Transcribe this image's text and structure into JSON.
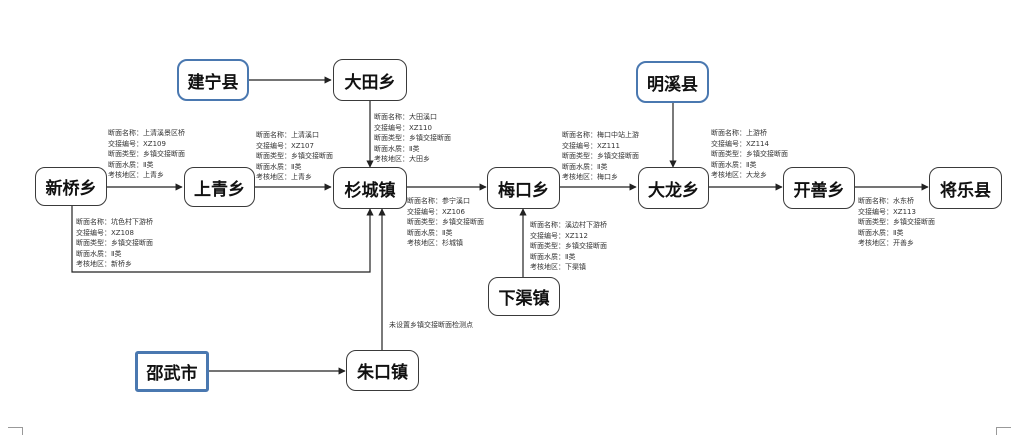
{
  "nodes": {
    "jianning": "建宁县",
    "datian": "大田乡",
    "mingxi": "明溪县",
    "xinqiao": "新桥乡",
    "shangqing": "上青乡",
    "shancheng": "杉城镇",
    "meikou": "梅口乡",
    "dalong": "大龙乡",
    "kaishan": "开善乡",
    "jiangle": "将乐县",
    "xiaqu": "下渠镇",
    "shaowu": "邵武市",
    "zhukou": "朱口镇"
  },
  "sections": {
    "s109": [
      "断面名称：上清溪景区桥",
      "交接编号：XZ109",
      "断面类型：乡镇交接断面",
      "断面水质：Ⅱ类",
      "考核地区：上青乡"
    ],
    "s107": [
      "断面名称：上清溪口",
      "交接编号：XZ107",
      "断面类型：乡镇交接断面",
      "断面水质：Ⅱ类",
      "考核地区：上青乡"
    ],
    "s110": [
      "断面名称：大田溪口",
      "交接编号：XZ110",
      "断面类型：乡镇交接断面",
      "断面水质：Ⅱ类",
      "考核地区：大田乡"
    ],
    "s106": [
      "断面名称：参宁溪口",
      "交接编号：XZ106",
      "断面类型：乡镇交接断面",
      "断面水质：Ⅱ类",
      "考核地区：杉城镇"
    ],
    "s108": [
      "断面名称：坑色村下游桥",
      "交接编号：XZ108",
      "断面类型：乡镇交接断面",
      "断面水质：Ⅱ类",
      "考核地区：新桥乡"
    ],
    "s111": [
      "断面名称：梅口中站上游",
      "交接编号：XZ111",
      "断面类型：乡镇交接断面",
      "断面水质：Ⅱ类",
      "考核地区：梅口乡"
    ],
    "s112": [
      "断面名称：溪边村下游桥",
      "交接编号：XZ112",
      "断面类型：乡镇交接断面",
      "断面水质：Ⅱ类",
      "考核地区：下渠镇"
    ],
    "s114": [
      "断面名称：上游桥",
      "交接编号：XZ114",
      "断面类型：乡镇交接断面",
      "断面水质：Ⅱ类",
      "考核地区：大龙乡"
    ],
    "s113": [
      "断面名称：水东桥",
      "交接编号：XZ113",
      "断面类型：乡镇交接断面",
      "断面水质：Ⅱ类",
      "考核地区：开善乡"
    ]
  },
  "note": "未设置乡镇交接断面检测点"
}
